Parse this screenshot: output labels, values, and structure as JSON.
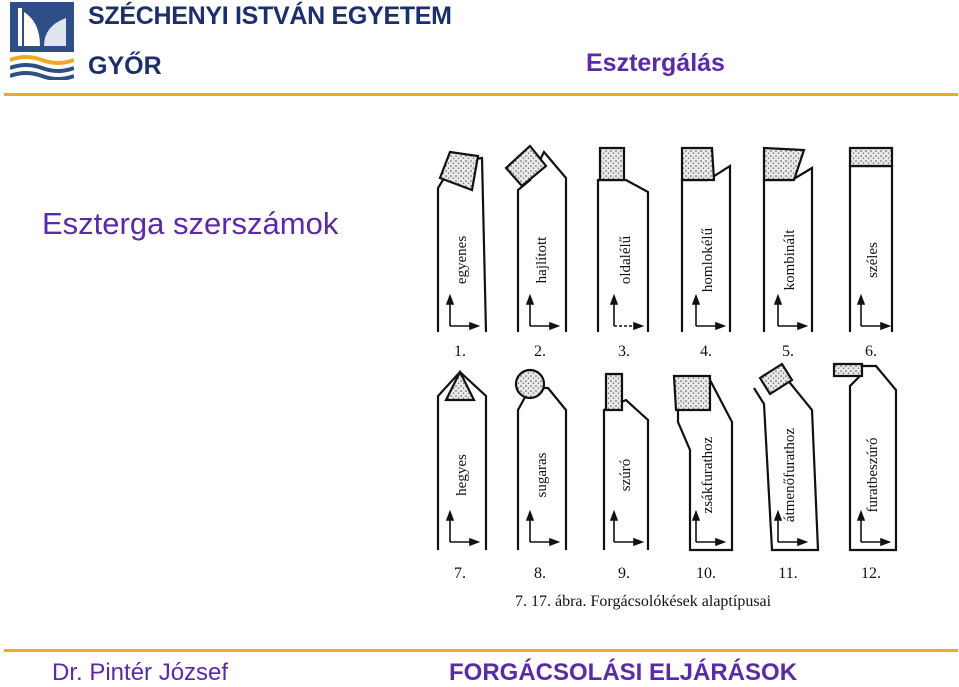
{
  "header": {
    "university": "SZÉCHENYI ISTVÁN EGYETEM",
    "city": "GYŐR",
    "topic": "Esztergálás"
  },
  "slide": {
    "title": "Eszterga szerszámok"
  },
  "figure": {
    "row1": {
      "names": [
        "egyenes",
        "hajlított",
        "oldalélű",
        "homlokélű",
        "kombinált",
        "széles"
      ],
      "numbers": [
        "1.",
        "2.",
        "3.",
        "4.",
        "5.",
        "6."
      ]
    },
    "row2": {
      "names": [
        "hegyes",
        "sugaras",
        "szúró",
        "zsákfurathoz",
        "átmenőfurathoz",
        "furatbeszúró"
      ],
      "numbers": [
        "7.",
        "8.",
        "9.",
        "10.",
        "11.",
        "12."
      ]
    },
    "caption": "7. 17. ábra. Forgácsolókések alaptípusai"
  },
  "footer": {
    "author": "Dr. Pintér József",
    "course": "FORGÁCSOLÁSI ELJÁRÁSOK"
  },
  "colors": {
    "navy": "#1c2f6b",
    "purple": "#5b2aa6",
    "orange": "#f0a82a",
    "logo_blue": "#2d4f86"
  }
}
